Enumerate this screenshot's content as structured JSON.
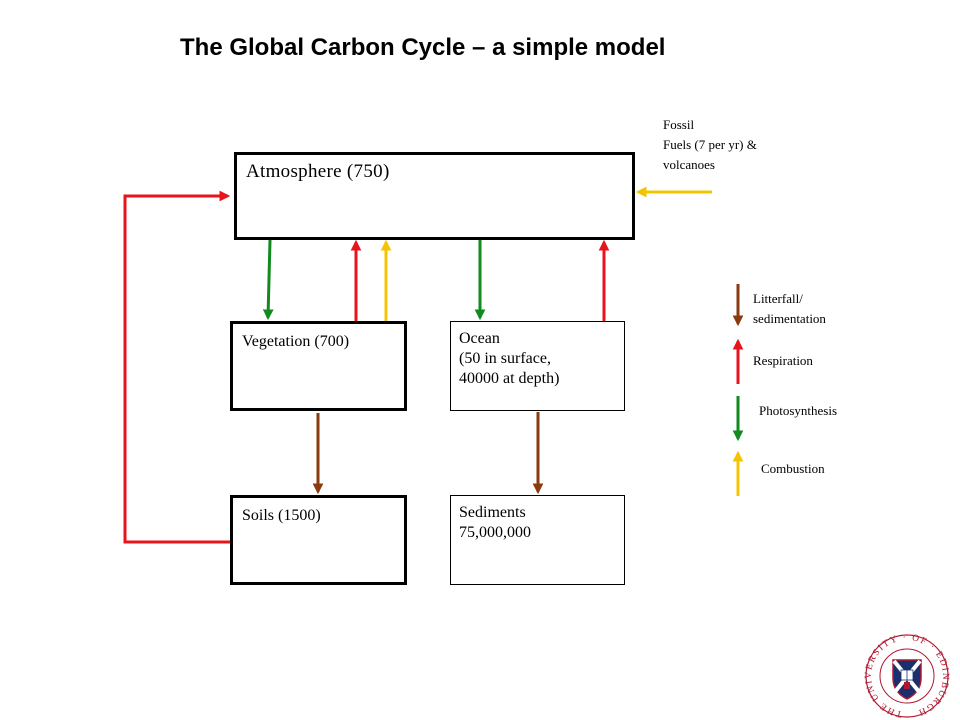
{
  "title": "The Global Carbon Cycle – a simple model",
  "boxes": {
    "atmosphere": "Atmosphere (750)",
    "vegetation": "Vegetation (700)",
    "ocean": [
      "Ocean",
      "(50 in surface,",
      "40000 at depth)"
    ],
    "soils": "Soils (1500)",
    "sediments": [
      "Sediments",
      "75,000,000"
    ]
  },
  "fossil_label": [
    "Fossil",
    "Fuels (7 per yr) &",
    "volcanoes"
  ],
  "legend": {
    "litterfall": [
      "Litterfall/",
      "sedimentation"
    ],
    "respiration": "Respiration",
    "photosynthesis": "Photosynthesis",
    "combustion": "Combustion"
  },
  "colors": {
    "litterfall": "#8b3a0f",
    "respiration": "#e8141c",
    "photosynthesis": "#128a1e",
    "combustion": "#f5c400",
    "crest_red": "#b01830",
    "crest_blue": "#1a2f6e"
  },
  "logo": {
    "text": "THE UNIVERSITY OF EDINBURGH"
  }
}
